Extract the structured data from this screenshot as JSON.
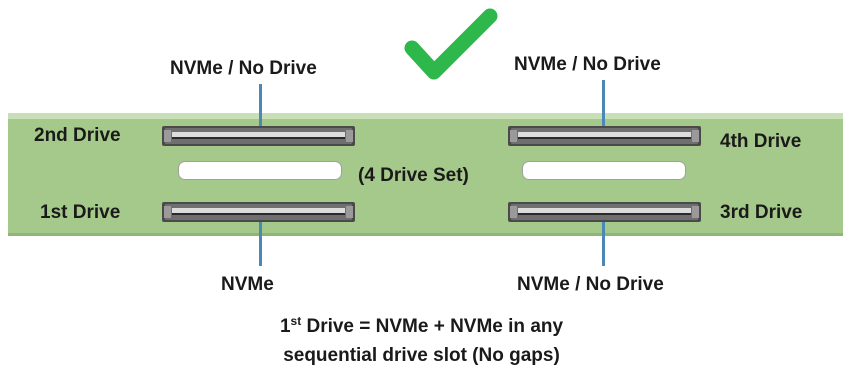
{
  "board": {
    "color": "#a5c98a"
  },
  "top_left_label": "NVMe / No Drive",
  "top_right_label": "NVMe / No Drive",
  "bottom_left_label": "NVMe",
  "bottom_right_label": "NVMe / No Drive",
  "slots": {
    "second": "2nd Drive",
    "first": "1st Drive",
    "fourth": "4th Drive",
    "third": "3rd Drive"
  },
  "center_label": "(4 Drive Set)",
  "status_icon": "checkmark-icon",
  "check_color": "#2eb84b",
  "footer": {
    "line1_num": "1",
    "line1_sup": "st",
    "line1_rest": " Drive = NVMe + NVMe in any",
    "line2": "sequential drive slot (No gaps)"
  }
}
